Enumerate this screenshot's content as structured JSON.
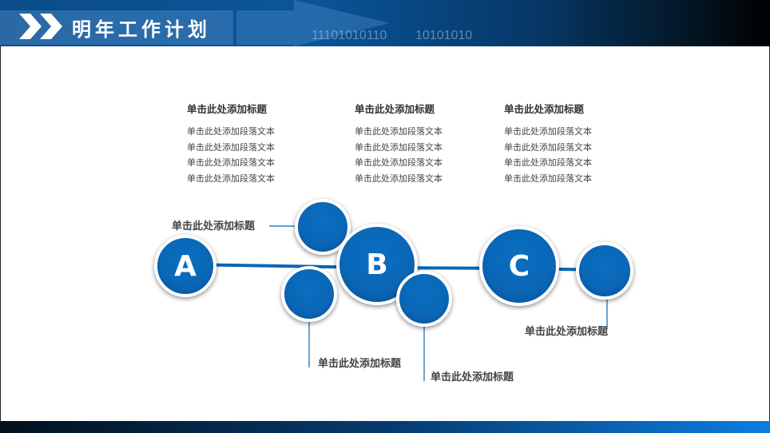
{
  "header": {
    "title": "明年工作计划",
    "binary": [
      "11101010110",
      "10101010"
    ],
    "icon": "double-chevron-icon"
  },
  "columns": [
    {
      "title": "单击此处添加标题",
      "lines": [
        "单击此处添加段落文本",
        "单击此处添加段落文本",
        "单击此处添加段落文本",
        "单击此处添加段落文本"
      ]
    },
    {
      "title": "单击此处添加标题",
      "lines": [
        "单击此处添加段落文本",
        "单击此处添加段落文本",
        "单击此处添加段落文本",
        "单击此处添加段落文本"
      ]
    },
    {
      "title": "单击此处添加标题",
      "lines": [
        "单击此处添加段落文本",
        "单击此处添加段落文本",
        "单击此处添加段落文本",
        "单击此处添加段落文本"
      ]
    }
  ],
  "nodes": {
    "a": "A",
    "b": "B",
    "c": "C"
  },
  "labels": [
    "单击此处添加标题",
    "单击此处添加标题",
    "单击此处添加标题",
    "单击此处添加标题"
  ],
  "colors": {
    "accent": "#0a66b5"
  }
}
